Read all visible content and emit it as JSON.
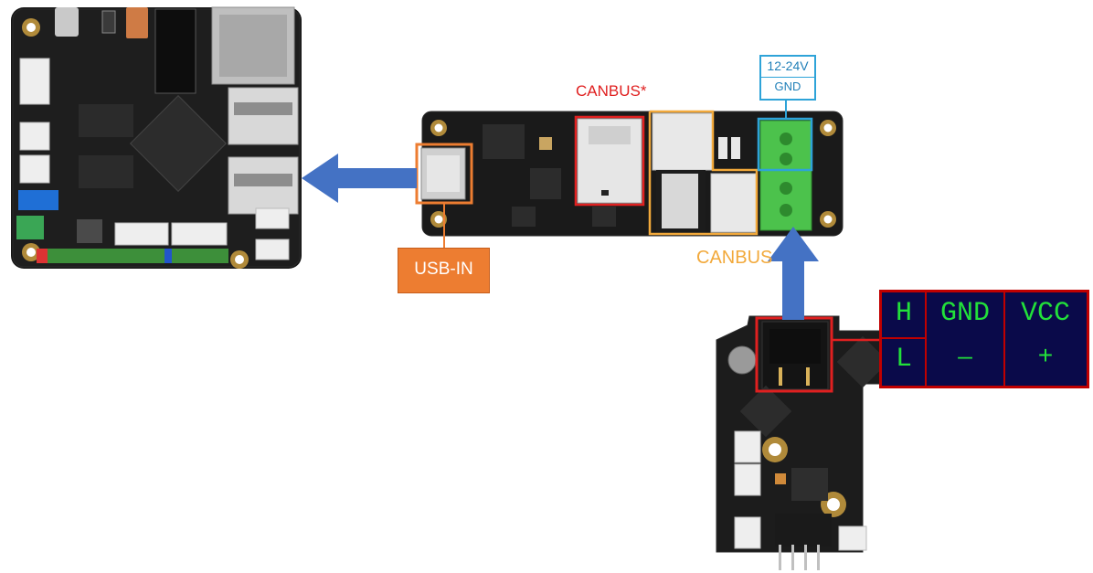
{
  "labels": {
    "canbus_star": "CANBUS*",
    "canbus": "CANBUS",
    "usb_in": "USB-IN",
    "voltage": "12-24V",
    "gnd": "GND"
  },
  "pin_table": {
    "rows": [
      [
        "H",
        "GND",
        "VCC"
      ],
      [
        "L",
        "—",
        "+"
      ]
    ]
  },
  "colors": {
    "arrow": "#4472c4",
    "usb_box": "#ed7d31",
    "canbus_star": "#e02020",
    "canbus": "#f2a93b",
    "power": "#2ea3d8",
    "pin_table_bg": "#0a0a4a",
    "pin_table_text": "#22e03a",
    "pin_table_border": "#c00000"
  }
}
